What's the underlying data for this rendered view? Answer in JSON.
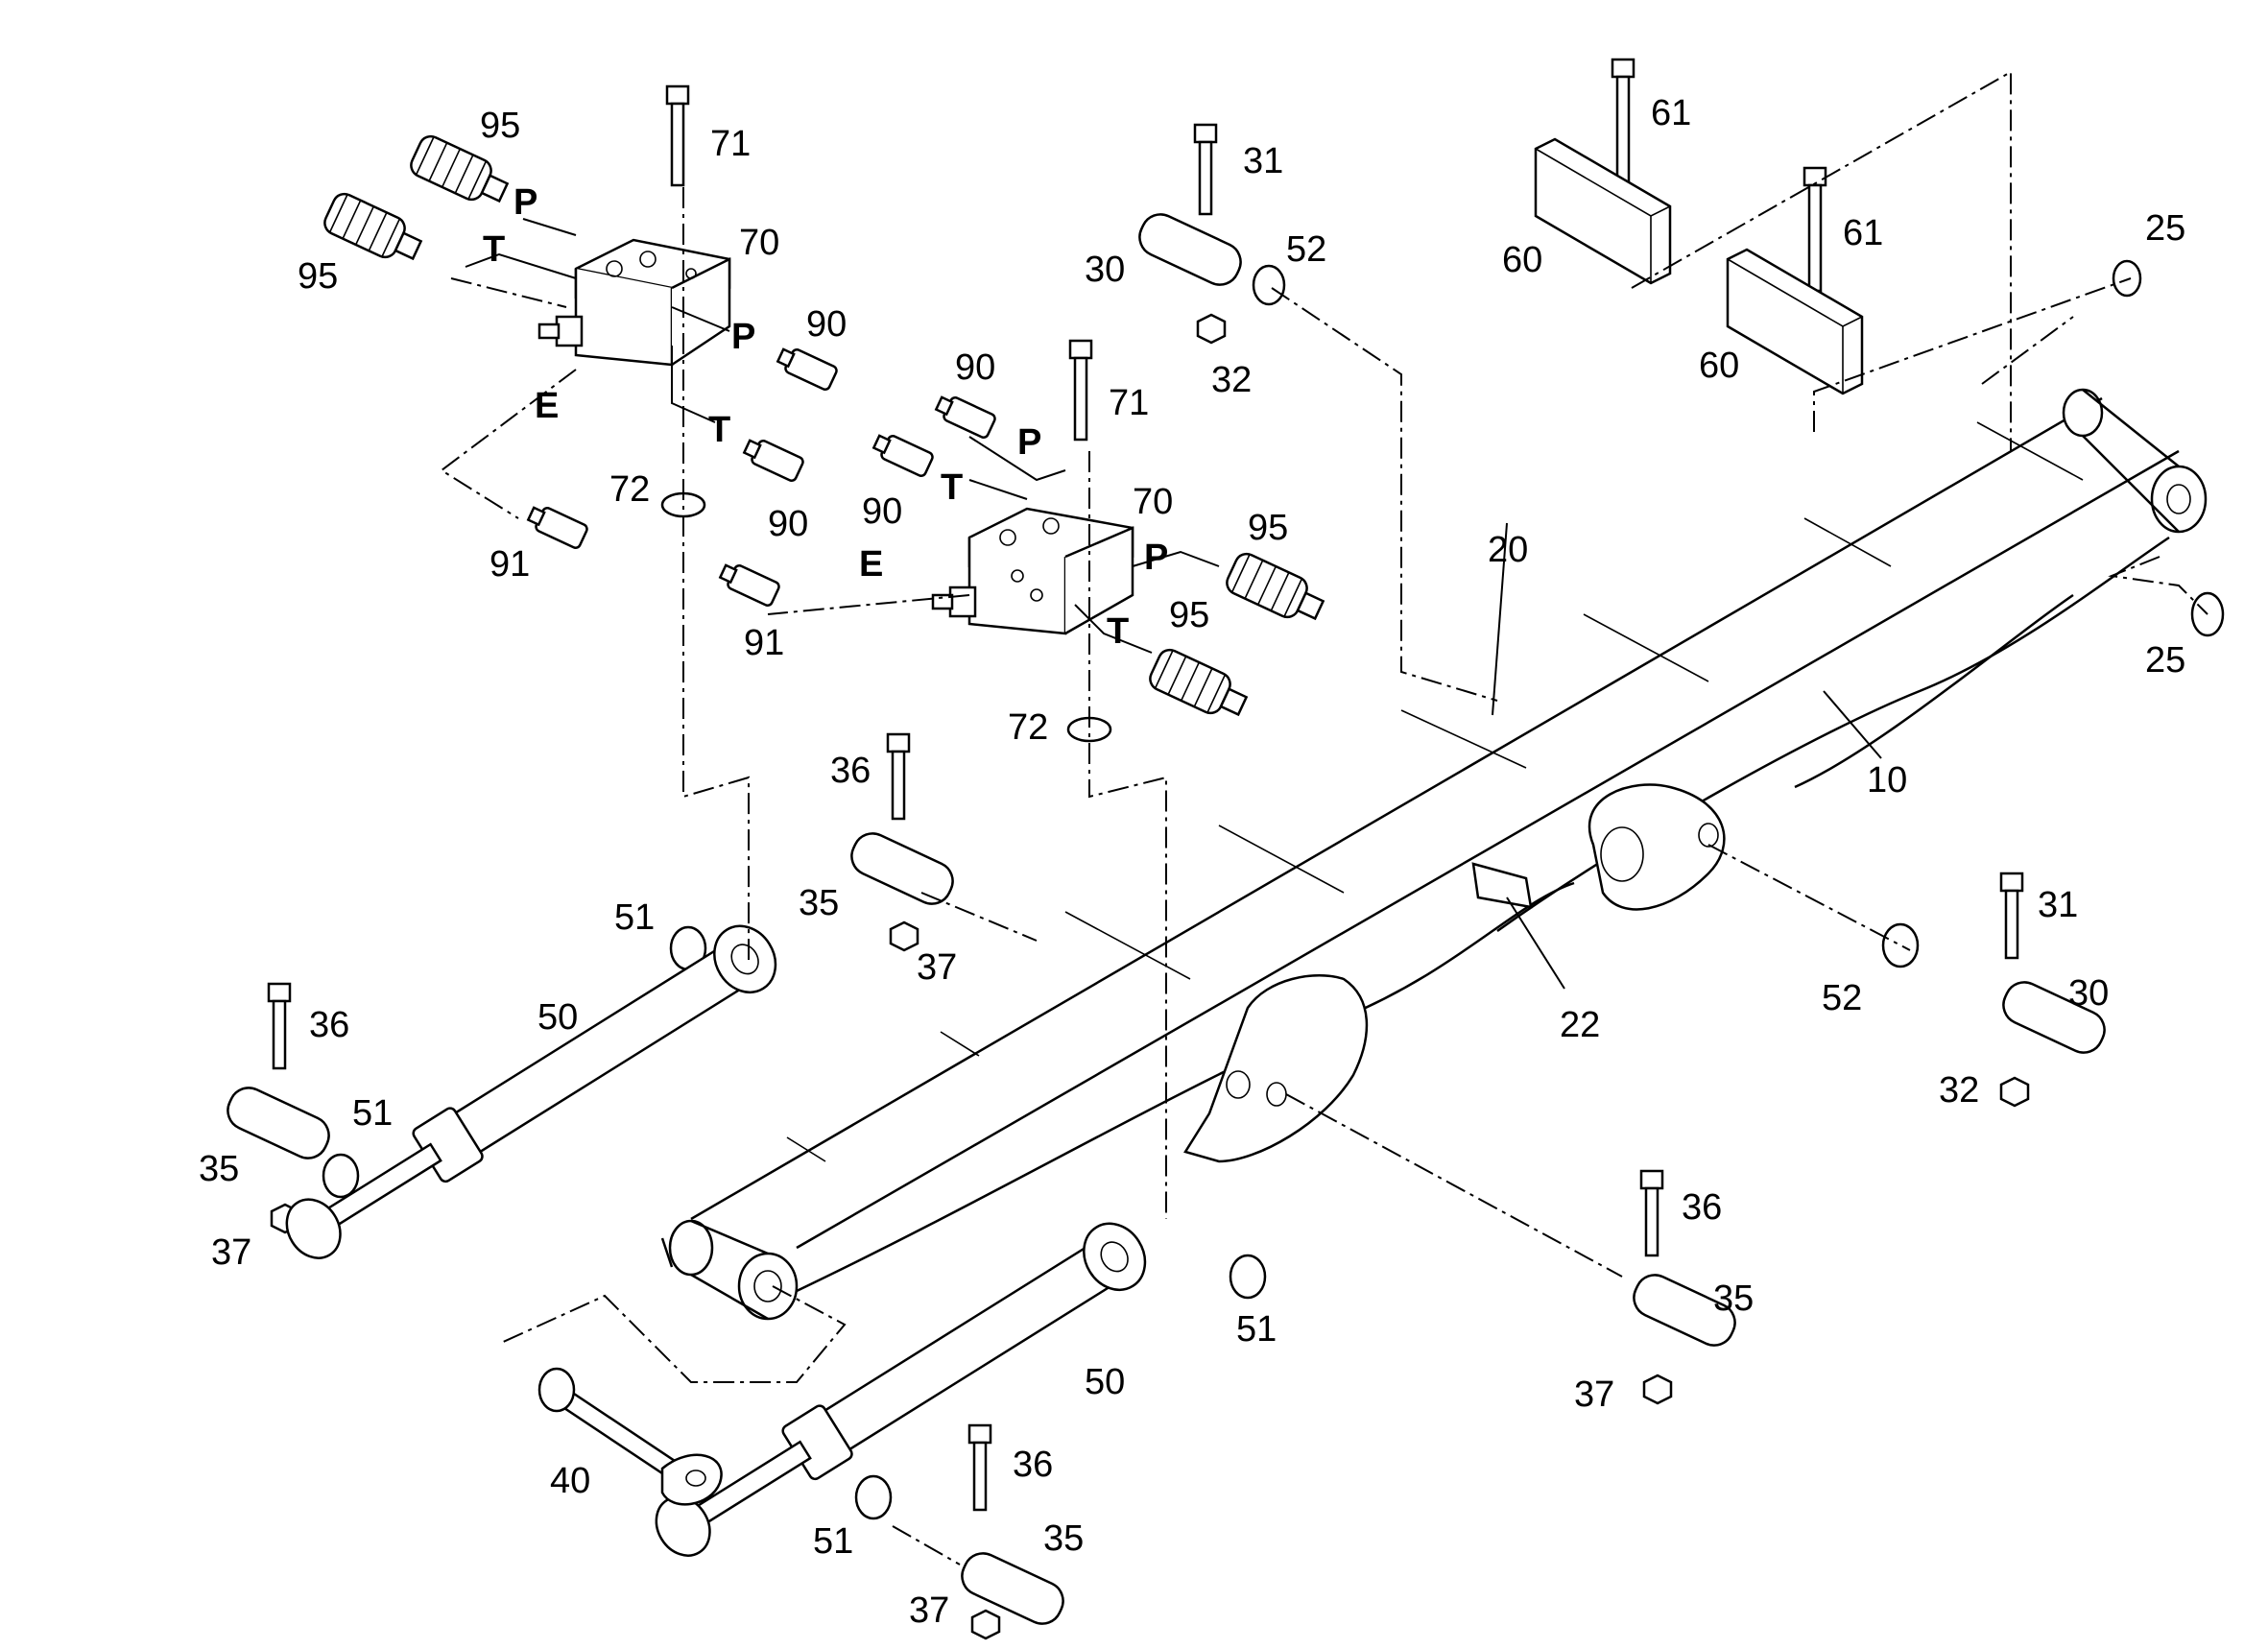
{
  "diagram": {
    "part_labels": {
      "p95a": "95",
      "p95b": "95",
      "p71a": "71",
      "p70a": "70",
      "p90a": "90",
      "p90b": "90",
      "p91a": "91",
      "p72a": "72",
      "p31a": "31",
      "p30a": "30",
      "p52a": "52",
      "p32a": "32",
      "p90c": "90",
      "p71b": "71",
      "p70b": "70",
      "p90d": "90",
      "p95c": "95",
      "p95d": "95",
      "p91b": "91",
      "p72b": "72",
      "p61a": "61",
      "p60a": "60",
      "p61b": "61",
      "p60b": "60",
      "p25a": "25",
      "p25b": "25",
      "p20": "20",
      "p10": "10",
      "p22": "22",
      "p36a": "36",
      "p35a": "35",
      "p37a": "37",
      "p51a": "51",
      "p50a": "50",
      "p36b": "36",
      "p51b": "51",
      "p35b": "35",
      "p37b": "37",
      "p31b": "31",
      "p30b": "30",
      "p52b": "52",
      "p32b": "32",
      "p36c": "36",
      "p35c": "35",
      "p37c": "37",
      "p51c": "51",
      "p50b": "50",
      "p40": "40",
      "p36d": "36",
      "p35d": "35",
      "p51d": "51",
      "p37d": "37"
    },
    "port_labels": {
      "pa": "P",
      "ta": "T",
      "pb": "P",
      "tb": "T",
      "ea": "E",
      "pc": "P",
      "tc": "T",
      "pd": "P",
      "td": "T",
      "eb": "E"
    }
  }
}
